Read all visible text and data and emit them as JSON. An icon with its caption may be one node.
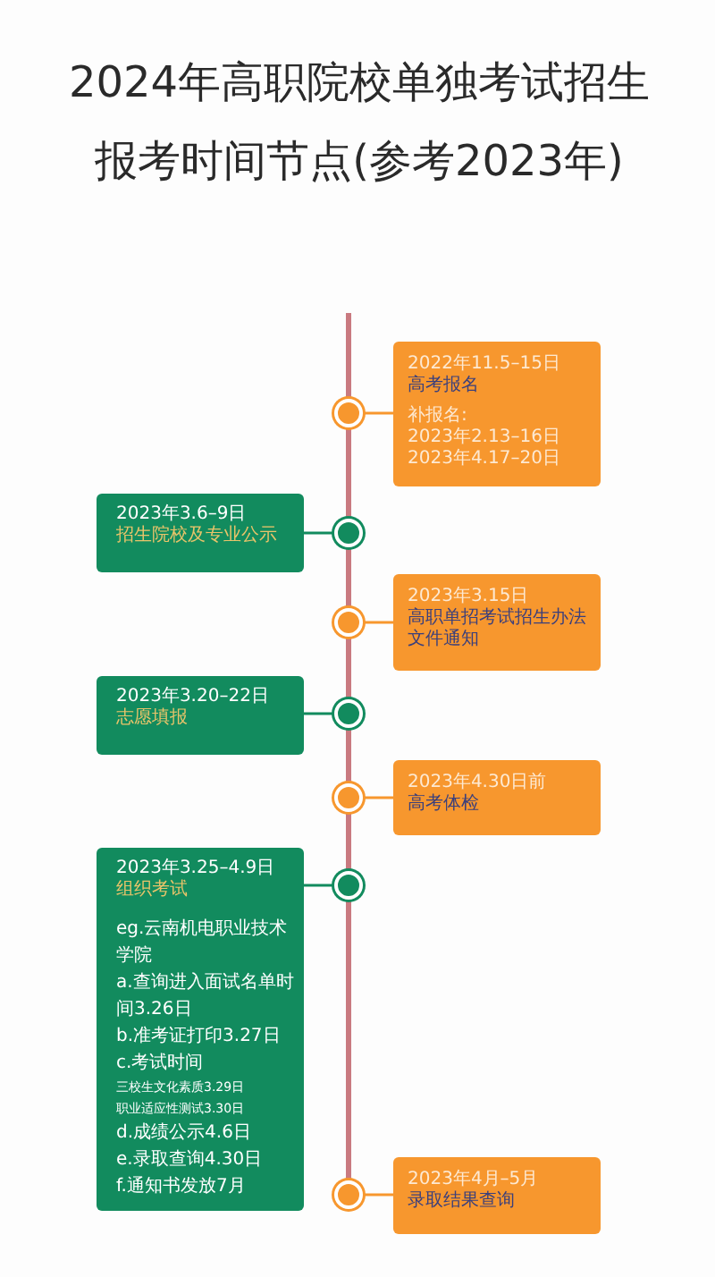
{
  "diagram": {
    "title": "2024年高职院校单独考试招生报考时间节点(参考2023年)",
    "nodes": [
      {
        "text": [
          "2022年11.5–15日",
          "高考报名",
          "补报名:",
          "2023年2.13–16日",
          "2023年4.17–20日"
        ]
      },
      {
        "text": [],
        "shape": "circle"
      },
      {
        "text": [
          "2023年3.6–9日",
          "招生院校及专业公示"
        ]
      },
      {
        "text": [],
        "shape": "circle"
      },
      {
        "text": [
          "2023年3.15日",
          "高职单招考试招生办法文件通知"
        ]
      },
      {
        "text": [],
        "shape": "circle"
      },
      {
        "text": [
          "2023年3.20–22日",
          "志愿填报"
        ]
      },
      {
        "text": [],
        "shape": "circle"
      },
      {
        "text": [
          "2023年4.30日前",
          "高考体检"
        ]
      },
      {
        "text": [],
        "shape": "circle"
      },
      {
        "text": [
          "2023年3.25–4.9日",
          "组织考试",
          "eg.云南机电职业技术学院",
          "a.查询进入面试名单时间3.26日",
          "b.准考证打印3.27日",
          "c.考试时间",
          "三校生文化素质3.29日",
          "职业适应性测试3.30日",
          "d.成绩公示4.6日",
          "e.录取查询4.30日",
          "f.通知书发放7月"
        ]
      },
      {
        "text": [],
        "shape": "circle"
      },
      {
        "text": [
          "2023年4月–5月",
          "录取结果查询"
        ]
      },
      {
        "text": [],
        "shape": "circle"
      }
    ],
    "edges": [
      {
        "from": null,
        "to": 1,
        "arrow": "none",
        "style": "thick"
      },
      {
        "from": 1,
        "to": 0,
        "arrow": "none"
      },
      {
        "from": 1,
        "to": 3,
        "arrow": "none",
        "style": "thick"
      },
      {
        "from": 3,
        "to": 2,
        "arrow": "none",
        "color": "#128b5e"
      },
      {
        "from": 3,
        "to": 5,
        "arrow": "none",
        "style": "thick"
      },
      {
        "from": 5,
        "to": 4,
        "arrow": "none"
      },
      {
        "from": 5,
        "to": 7,
        "arrow": "none",
        "style": "thick"
      },
      {
        "from": 7,
        "to": 6,
        "arrow": "none",
        "color": "#128b5e"
      },
      {
        "from": 7,
        "to": 9,
        "arrow": "none",
        "style": "thick"
      },
      {
        "from": 9,
        "to": 8,
        "arrow": "none"
      },
      {
        "from": 9,
        "to": 11,
        "arrow": "none",
        "style": "thick"
      },
      {
        "from": 11,
        "to": 10,
        "arrow": "none",
        "color": "#128b5e"
      },
      {
        "from": 11,
        "to": 13,
        "arrow": "none",
        "style": "thick"
      },
      {
        "from": 13,
        "to": 12,
        "arrow": "none"
      }
    ]
  }
}
